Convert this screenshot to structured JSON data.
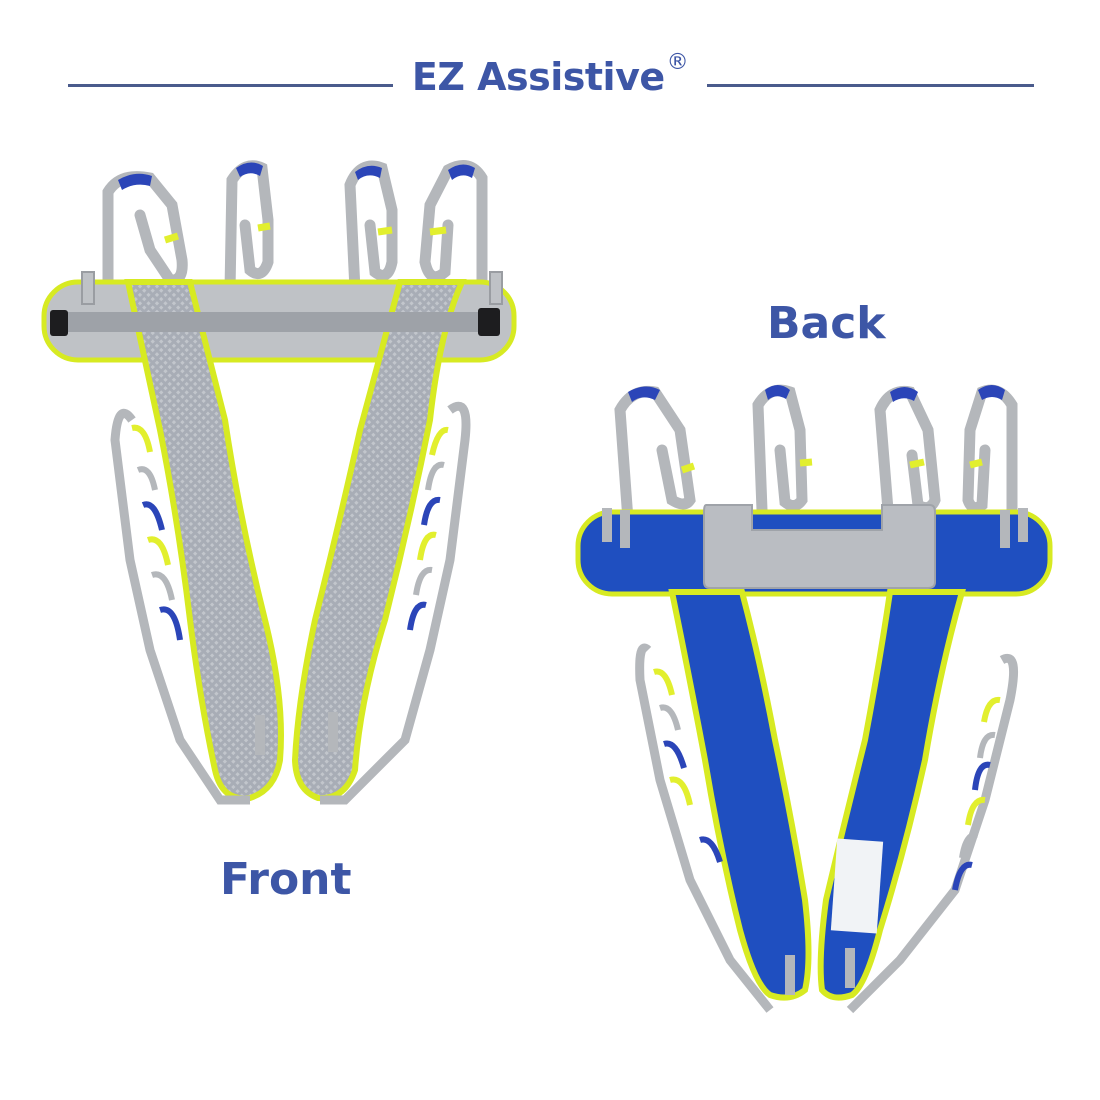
{
  "header": {
    "brand_name": "EZ Assistive",
    "registered_mark": "®"
  },
  "views": [
    {
      "label": "Front",
      "sling_color": "#a9adb5",
      "piping_color": "#d7ea22"
    },
    {
      "label": "Back",
      "sling_color": "#1f4fc0",
      "piping_color": "#d7ea22",
      "headrest_color": "#b9bcc1"
    }
  ],
  "colors": {
    "brand_text": "#3d56a6",
    "header_rule": "#4a5b8c",
    "strap_gray": "#b4b7bb",
    "loop_yellow": "#e2ef2e",
    "loop_blue": "#2b45b8"
  }
}
